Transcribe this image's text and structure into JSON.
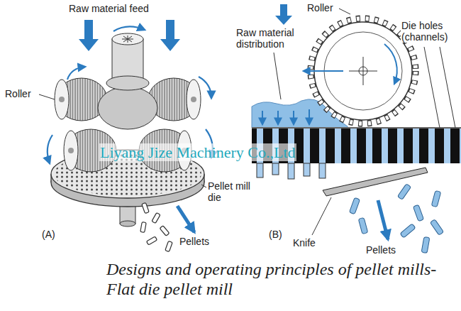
{
  "diagram": {
    "caption": "Designs and operating principles of pellet mills-Flat die pellet mill",
    "labels": [
      "Raw material feed",
      "Roller",
      "Pellet mill die",
      "Pellets",
      "(A)",
      "Roller",
      "Raw material distribution",
      "Die holes (channels)",
      "(B)",
      "Knife",
      "Pellets",
      "Liyang Jize Machinery Co.,Ltd"
    ]
  }
}
